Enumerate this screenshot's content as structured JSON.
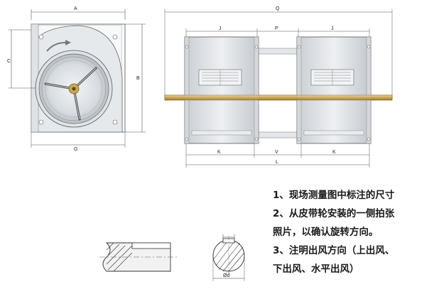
{
  "left_view": {
    "dim_A": "A",
    "dim_B": "B",
    "dim_C": "C",
    "dim_G": "G"
  },
  "side_view": {
    "dim_Q": "Q",
    "dim_J_left": "J",
    "dim_P": "P",
    "dim_J_right": "J",
    "dim_K_left": "K",
    "dim_V": "V",
    "dim_K_right": "K",
    "dim_L": "L"
  },
  "shaft_detail": {
    "dim_d": "Ød"
  },
  "notes": [
    "1、现场测量图中标注的尺寸",
    "2、从皮带轮安装的一侧拍张",
    "照片，以确认旋转方向。",
    "3、注明出风方向（上出风、",
    "下出风、水平出风）"
  ],
  "colors": {
    "line": "#333333",
    "metal": "#d5d9de",
    "shaft": "#c8a85a"
  }
}
